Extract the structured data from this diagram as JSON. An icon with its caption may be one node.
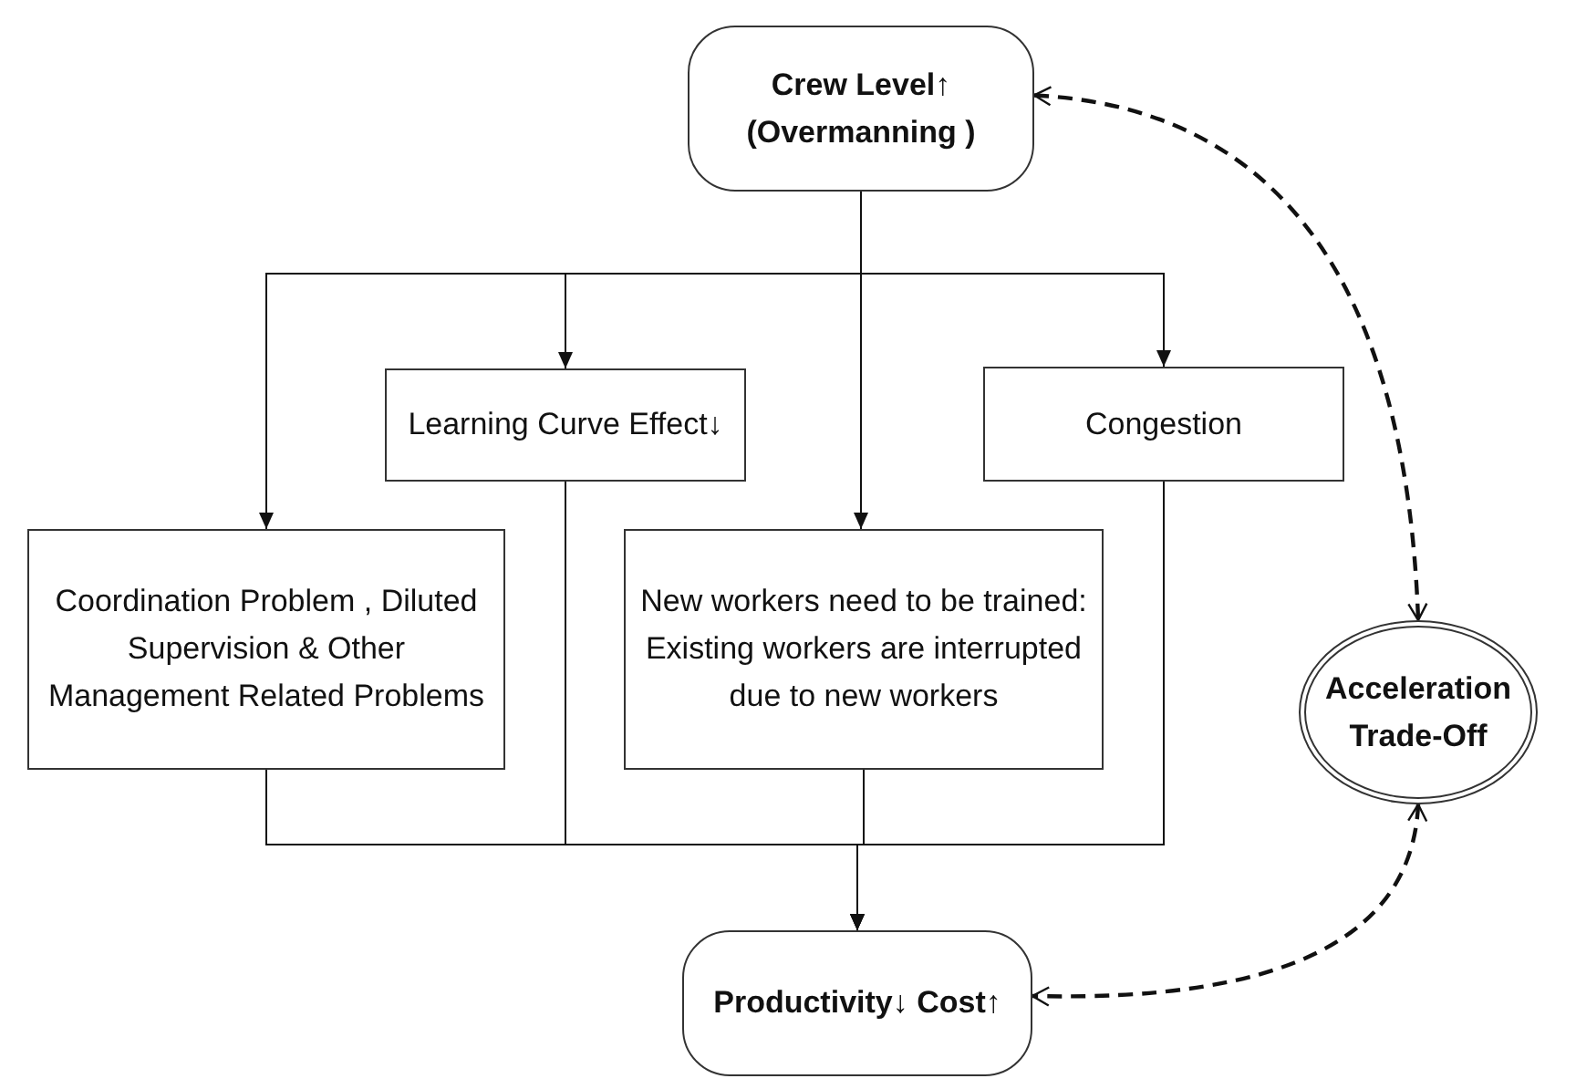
{
  "diagram": {
    "nodes": [
      {
        "text": [
          "Crew Level↑ (Overmanning )"
        ]
      },
      {
        "text": [
          "Learning Curve Effect↓"
        ]
      },
      {
        "text": [
          "Congestion"
        ]
      },
      {
        "text": [
          "Coordination Problem , Diluted Supervision & Other Management Related Problems"
        ]
      },
      {
        "text": [
          "New workers need to be trained: Existing workers are interrupted due to new workers"
        ]
      },
      {
        "text": [
          "Acceleration Trade-Off"
        ]
      },
      {
        "text": [
          "Productivity↓ Cost↑"
        ]
      }
    ],
    "edges": [
      {
        "from": 0,
        "to": 3,
        "arrow": "to"
      },
      {
        "from": 0,
        "to": 1,
        "arrow": "to"
      },
      {
        "from": 0,
        "to": 4,
        "arrow": "to"
      },
      {
        "from": 0,
        "to": 2,
        "arrow": "to"
      },
      {
        "from": 3,
        "to": 6,
        "arrow": "to"
      },
      {
        "from": 1,
        "to": 6,
        "arrow": "to"
      },
      {
        "from": 4,
        "to": 6,
        "arrow": "to"
      },
      {
        "from": 2,
        "to": 6,
        "arrow": "to"
      },
      {
        "from": 0,
        "to": 5,
        "arrow": "both",
        "style": "dashed"
      },
      {
        "from": 5,
        "to": 6,
        "arrow": "both",
        "style": "dashed"
      }
    ]
  }
}
